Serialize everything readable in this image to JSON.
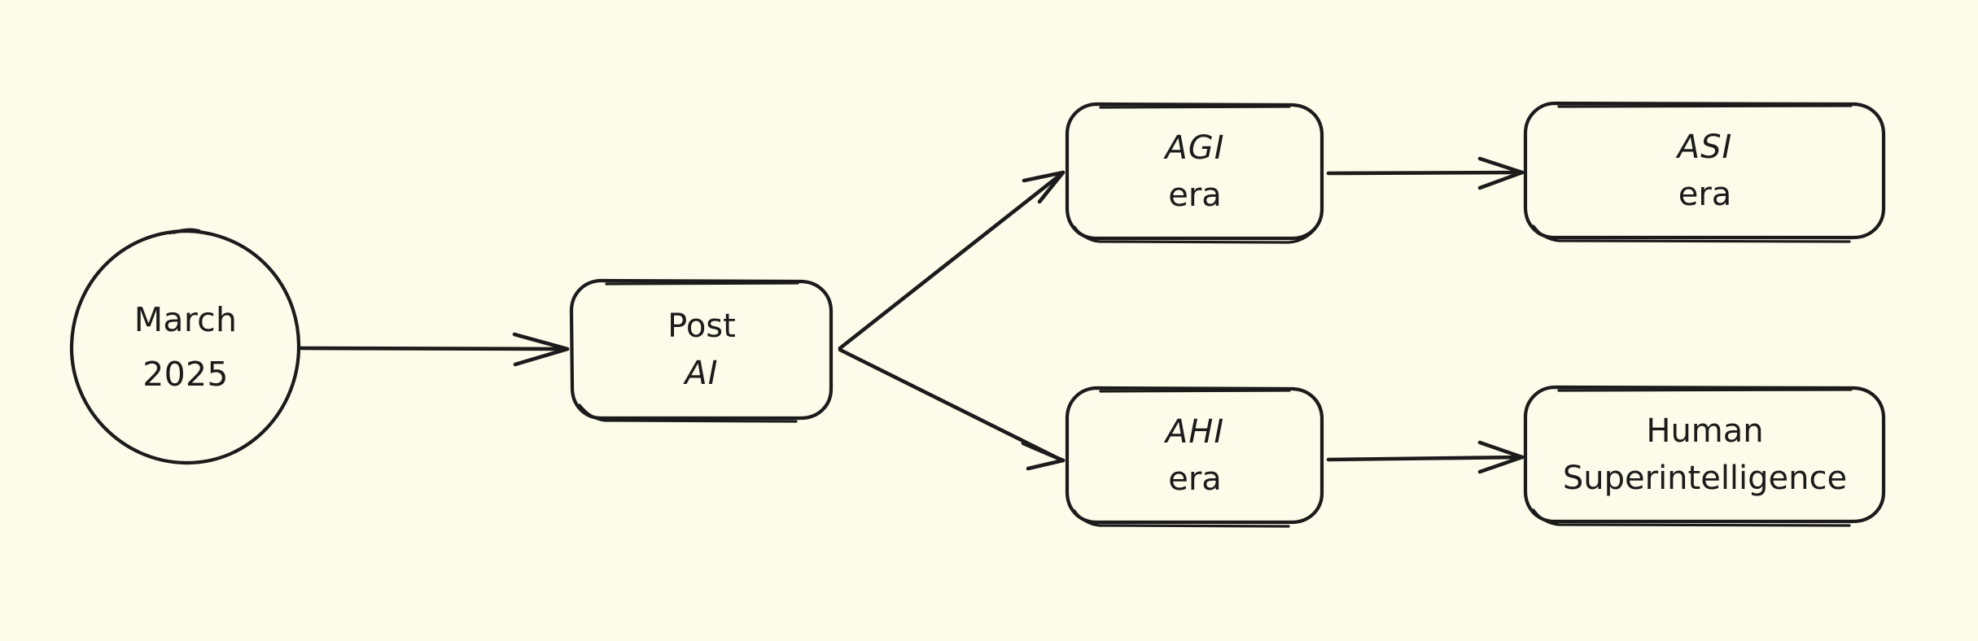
{
  "diagram": {
    "title": "AI eras progression flowchart",
    "background_color": "#fdfbe9",
    "stroke_color": "#1b1b1b",
    "style": "hand-drawn sketch",
    "nodes": [
      {
        "id": "march-2025",
        "shape": "circle",
        "line1": "March",
        "line2": "2025"
      },
      {
        "id": "post-ai",
        "shape": "rounded-rectangle",
        "line1": "Post",
        "line2": "AI"
      },
      {
        "id": "agi-era",
        "shape": "rounded-rectangle",
        "line1": "AGI",
        "line2": "era"
      },
      {
        "id": "asi-era",
        "shape": "rounded-rectangle",
        "line1": "ASI",
        "line2": "era"
      },
      {
        "id": "ahi-era",
        "shape": "rounded-rectangle",
        "line1": "AHI",
        "line2": "era"
      },
      {
        "id": "human-superintelligence",
        "shape": "rounded-rectangle",
        "line1": "Human",
        "line2": "Superintelligence"
      }
    ],
    "edges": [
      {
        "id": "e1",
        "from": "march-2025",
        "to": "post-ai",
        "label": ""
      },
      {
        "id": "e2",
        "from": "post-ai",
        "to": "agi-era",
        "label": ""
      },
      {
        "id": "e3",
        "from": "post-ai",
        "to": "ahi-era",
        "label": ""
      },
      {
        "id": "e4",
        "from": "agi-era",
        "to": "asi-era",
        "label": ""
      },
      {
        "id": "e5",
        "from": "ahi-era",
        "to": "human-superintelligence",
        "label": ""
      }
    ]
  }
}
